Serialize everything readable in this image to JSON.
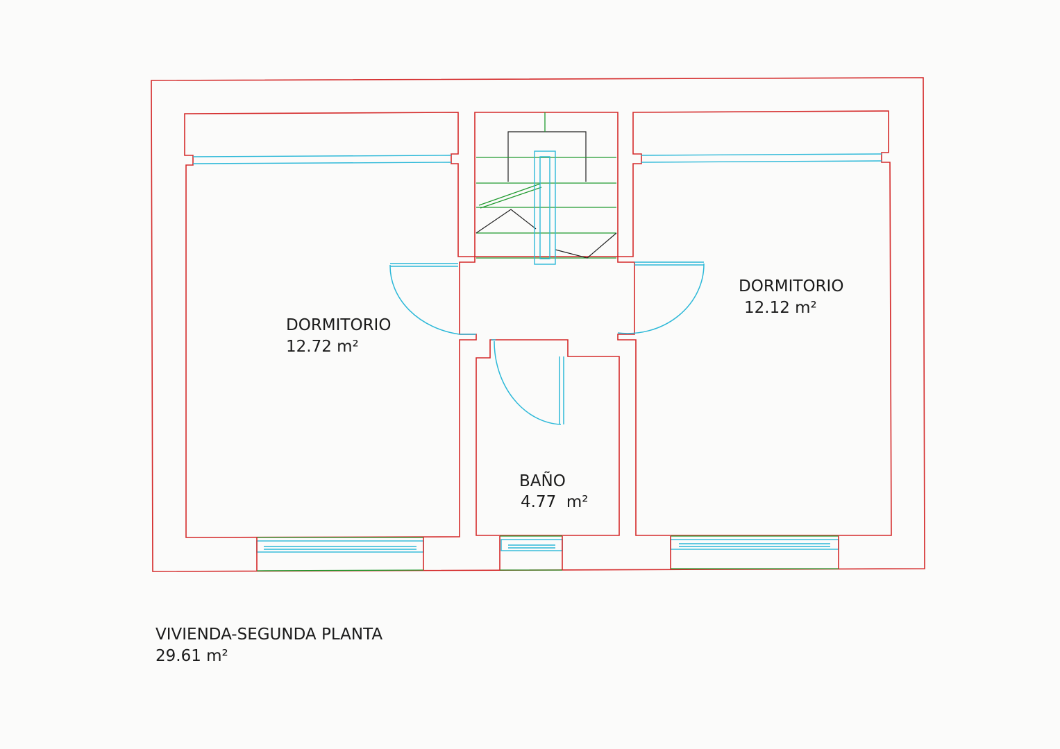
{
  "rooms": [
    {
      "name": "DORMITORIO",
      "area": "12.72 m²"
    },
    {
      "name": "DORMITORIO",
      "area": "12.12 m²"
    },
    {
      "name": "BAÑO",
      "area": "4.77  m²"
    }
  ],
  "caption": {
    "title": "VIVIENDA-SEGUNDA PLANTA",
    "area": "29.61 m²"
  },
  "colors": {
    "walls": "#d42a2a",
    "windows_doors": "#2bb8d8",
    "stairs": "#1f9a2e",
    "stair_outline": "#222222"
  }
}
